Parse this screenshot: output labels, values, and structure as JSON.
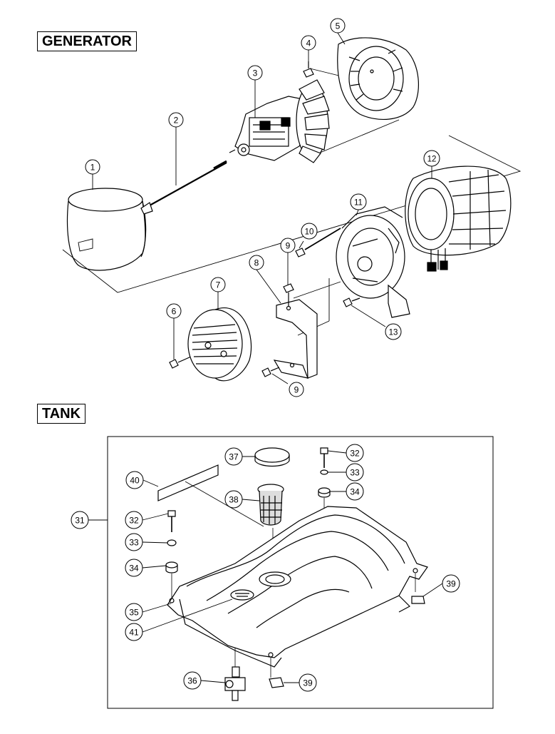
{
  "sections": {
    "generator": "GENERATOR",
    "tank": "TANK"
  },
  "callouts": {
    "c1": "1",
    "c2": "2",
    "c3": "3",
    "c4": "4",
    "c5": "5",
    "c6": "6",
    "c7": "7",
    "c8": "8",
    "c9a": "9",
    "c9b": "9",
    "c10": "10",
    "c11": "11",
    "c12": "12",
    "c13": "13",
    "c31": "31",
    "c32a": "32",
    "c32b": "32",
    "c33a": "33",
    "c33b": "33",
    "c34a": "34",
    "c34b": "34",
    "c35": "35",
    "c36": "36",
    "c37": "37",
    "c38": "38",
    "c39a": "39",
    "c39b": "39",
    "c40": "40",
    "c41": "41"
  }
}
